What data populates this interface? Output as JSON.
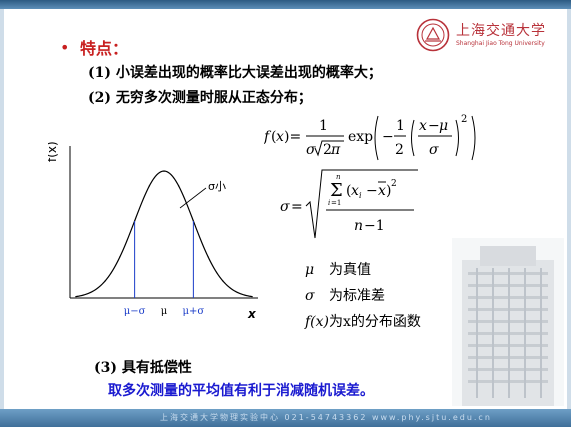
{
  "footer": {
    "text": "上海交通大学物理实验中心 021-54743362  www.phy.sjtu.edu.cn"
  },
  "logo": {
    "name": "上海交通大学",
    "subtitle": "Shanghai Jiao Tong University"
  },
  "heading": {
    "bullet": "•",
    "title": "特点："
  },
  "points": [
    "(1) 小误差出现的概率比大误差出现的概率大；",
    "(2) 无穷多次测量时服从正态分布；",
    "(3) 具有抵偿性"
  ],
  "conclusion": "取多次测量的平均值有利于消减随机误差。",
  "legend": [
    {
      "symbol": "μ",
      "text": "为真值"
    },
    {
      "symbol": "σ",
      "text": "为标准差"
    },
    {
      "symbol": "f(x)",
      "text": "为x的分布函数"
    }
  ],
  "chart_data": {
    "type": "line",
    "title": "",
    "xlabel": "x",
    "ylabel": "f(x)",
    "curve_label": "σ小",
    "x_tick_labels": [
      "μ−σ",
      "μ",
      "μ+σ"
    ],
    "x": [
      -3,
      -2.5,
      -2,
      -1.5,
      -1,
      -0.5,
      0,
      0.5,
      1,
      1.5,
      2,
      2.5,
      3
    ],
    "y": [
      0.011,
      0.044,
      0.135,
      0.325,
      0.607,
      0.882,
      1.0,
      0.882,
      0.607,
      0.325,
      0.135,
      0.044,
      0.011
    ],
    "markers": [
      -1,
      0,
      1
    ],
    "marker_color": "#1a3cc8",
    "curve_color": "#000000",
    "xlim": [
      -3.2,
      3.2
    ],
    "ylim": [
      0,
      1.15
    ]
  },
  "colors": {
    "heading": "#c82020",
    "conclusion": "#1a1ad0",
    "bar": "#3f6f99"
  }
}
